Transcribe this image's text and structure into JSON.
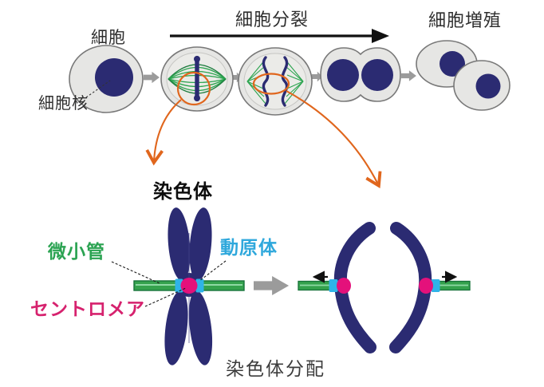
{
  "top_row": {
    "cell": "細胞",
    "nucleus": "細胞核",
    "cell_division": "細胞分裂",
    "cell_proliferation": "細胞増殖"
  },
  "bottom": {
    "chromosome": "染色体",
    "microtubule": "微小管",
    "kinetochore": "動原体",
    "centromere": "セントロメア",
    "chromosome_segregation": "染色体分配"
  },
  "colors": {
    "chromatin_navy": "#2b2b72",
    "cell_fill": "#e6e6e4",
    "cell_outline": "#787878",
    "spindle_green": "#2aa44e",
    "microtubule_fill": "#35a24d",
    "microtubule_edge": "#17733a",
    "kinetochore_cyan": "#2fb3e8",
    "centromere_magenta": "#e4117b",
    "highlight_orange": "#e0661d",
    "step_arrow_gray": "#9b9b9b",
    "main_arrow_black": "#111111",
    "label_green": "#2ba352",
    "label_cyan": "#2fa8dc",
    "label_magenta": "#d6226e"
  }
}
